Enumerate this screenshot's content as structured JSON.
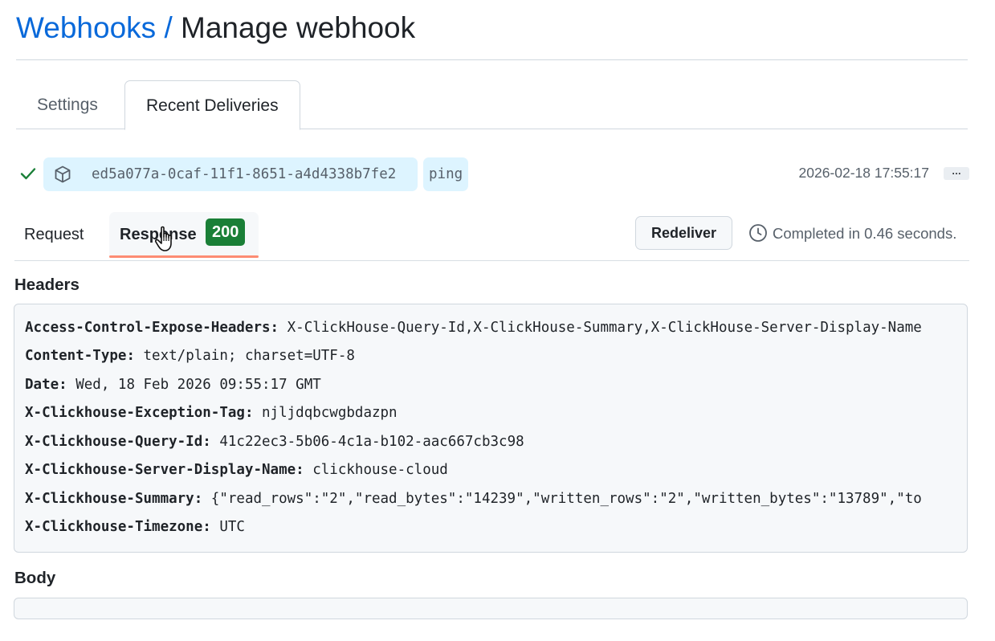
{
  "breadcrumb": {
    "parent": "Webhooks",
    "separator": "/",
    "current": "Manage webhook"
  },
  "tabs": [
    {
      "label": "Settings",
      "active": false
    },
    {
      "label": "Recent Deliveries",
      "active": true
    }
  ],
  "delivery": {
    "status_icon": "check-icon",
    "package_icon": "package-icon",
    "guid": "ed5a077a-0caf-11f1-8651-a4d4338b7fe2",
    "event": "ping",
    "timestamp": "2026-02-18 17:55:17",
    "more_label": "…"
  },
  "sub_tabs": {
    "request_label": "Request",
    "response_label": "Response",
    "response_code": "200",
    "redeliver_label": "Redeliver",
    "completed_text": "Completed in 0.46 seconds."
  },
  "sections": {
    "headers_title": "Headers",
    "body_title": "Body"
  },
  "response_headers": [
    {
      "key": "Access-Control-Expose-Headers",
      "value": "X-ClickHouse-Query-Id,X-ClickHouse-Summary,X-ClickHouse-Server-Display-Name"
    },
    {
      "key": "Content-Type",
      "value": "text/plain; charset=UTF-8"
    },
    {
      "key": "Date",
      "value": "Wed, 18 Feb 2026 09:55:17 GMT"
    },
    {
      "key": "X-Clickhouse-Exception-Tag",
      "value": "njljdqbcwgbdazpn"
    },
    {
      "key": "X-Clickhouse-Query-Id",
      "value": "41c22ec3-5b06-4c1a-b102-aac667cb3c98"
    },
    {
      "key": "X-Clickhouse-Server-Display-Name",
      "value": "clickhouse-cloud"
    },
    {
      "key": "X-Clickhouse-Summary",
      "value": "{\"read_rows\":\"2\",\"read_bytes\":\"14239\",\"written_rows\":\"2\",\"written_bytes\":\"13789\",\"to"
    },
    {
      "key": "X-Clickhouse-Timezone",
      "value": "UTC"
    }
  ],
  "body": "",
  "colors": {
    "link": "#0969da",
    "success": "#1a7f37",
    "pill": "#ddf4ff",
    "active_underline": "#fd8c73"
  }
}
